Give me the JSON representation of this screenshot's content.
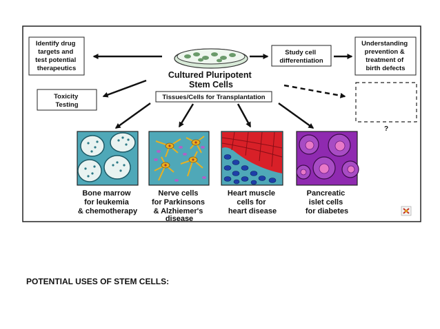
{
  "diagram": {
    "center_title": [
      "Cultured Pluripotent",
      "Stem Cells"
    ],
    "tissues_label": "Tissues/Cells for Transplantation",
    "top_left_box": [
      "Identify drug",
      "targets and",
      "test potential",
      "therapeutics"
    ],
    "toxicity_box": [
      "Toxicity",
      "Testing"
    ],
    "study_box": [
      "Study cell",
      "differentiation"
    ],
    "understanding_box": [
      "Understanding",
      "prevention &",
      "treatment of",
      "birth defects"
    ],
    "question_mark": "?",
    "panels": [
      {
        "caption": [
          "Bone marrow",
          "for leukemia",
          "& chemotherapy"
        ]
      },
      {
        "caption": [
          "Nerve cells",
          "for Parkinsons",
          "& Alzhiemer's",
          "disease"
        ]
      },
      {
        "caption": [
          "Heart muscle",
          "cells for",
          "heart disease"
        ]
      },
      {
        "caption": [
          "Pancreatic",
          "islet cells",
          "for diabetes"
        ]
      }
    ]
  },
  "page_title": "POTENTIAL USES OF STEM CELLS:",
  "colors": {
    "panel_bg": "#4fa8b8",
    "bone_cell": "#e9f3f1",
    "nerve_cell": "#e8b020",
    "heart_muscle": "#d82028",
    "heart_blood": "#1e3fa8",
    "islet_cell": "#8f2ab0",
    "islet_nucleus": "#e879c8"
  }
}
